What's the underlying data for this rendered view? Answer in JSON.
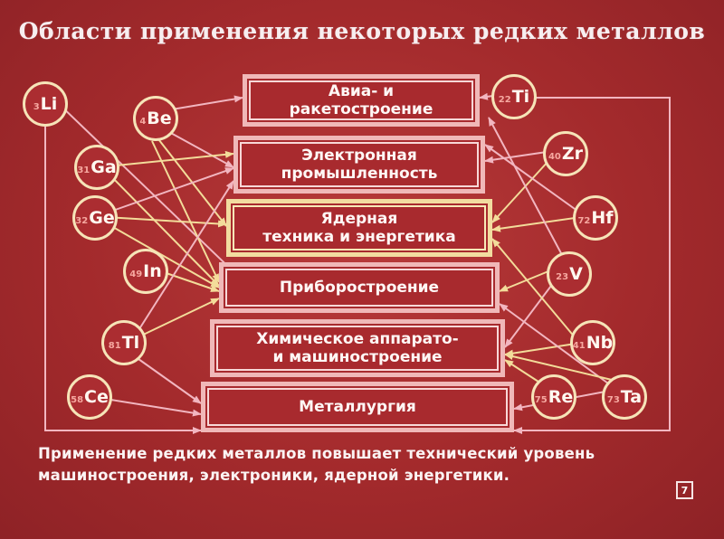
{
  "title": "Области применения некоторых редких металлов",
  "targets": [
    {
      "id": "avia",
      "label": "Авиа- и\nракетостроение"
    },
    {
      "id": "electronics",
      "label": "Электронная\nпромышленность"
    },
    {
      "id": "nuclear",
      "label": "Ядерная\nтехника и энергетика"
    },
    {
      "id": "instruments",
      "label": "Приборостроение"
    },
    {
      "id": "chemical",
      "label": "Химическое аппарато-\nи машиностроение"
    },
    {
      "id": "metallurgy",
      "label": "Металлургия"
    }
  ],
  "elements": [
    {
      "id": "li",
      "num": "3",
      "symbol": "Li"
    },
    {
      "id": "be",
      "num": "4",
      "symbol": "Be"
    },
    {
      "id": "ga",
      "num": "31",
      "symbol": "Ga"
    },
    {
      "id": "ge",
      "num": "32",
      "symbol": "Ge"
    },
    {
      "id": "in",
      "num": "49",
      "symbol": "In"
    },
    {
      "id": "tl",
      "num": "81",
      "symbol": "Tl"
    },
    {
      "id": "ce",
      "num": "58",
      "symbol": "Ce"
    },
    {
      "id": "ti",
      "num": "22",
      "symbol": "Ti"
    },
    {
      "id": "zr",
      "num": "40",
      "symbol": "Zr"
    },
    {
      "id": "hf",
      "num": "72",
      "symbol": "Hf"
    },
    {
      "id": "v",
      "num": "23",
      "symbol": "V"
    },
    {
      "id": "nb",
      "num": "41",
      "symbol": "Nb"
    },
    {
      "id": "re",
      "num": "75",
      "symbol": "Re"
    },
    {
      "id": "ta",
      "num": "73",
      "symbol": "Ta"
    }
  ],
  "caption": "Применение редких металлов повышает технический уровень машиностроения, электроники, ядерной энергетики.",
  "page_number": "7",
  "colors": {
    "background": "#a32a2c",
    "arrow_pink": "#f2b6c0",
    "arrow_yellow": "#f3dc9a"
  }
}
